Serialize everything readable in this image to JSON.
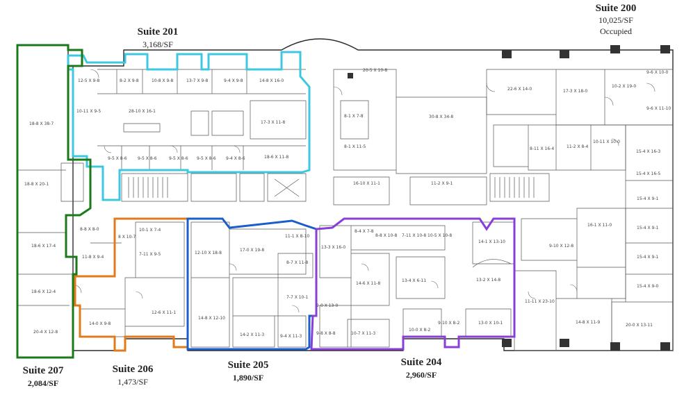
{
  "suites": [
    {
      "id": "201",
      "name": "Suite 201",
      "area": "3,168/SF",
      "status": "",
      "color": "#3ec8e0"
    },
    {
      "id": "200",
      "name": "Suite 200",
      "area": "10,025/SF",
      "status": "Occupied",
      "color": ""
    },
    {
      "id": "207",
      "name": "Suite 207",
      "area": "2,084/SF",
      "status": "",
      "color": "#1a7a1a"
    },
    {
      "id": "206",
      "name": "Suite 206",
      "area": "1,473/SF",
      "status": "",
      "color": "#e07a1a"
    },
    {
      "id": "205",
      "name": "Suite 205",
      "area": "1,890/SF",
      "status": "",
      "color": "#1a5ecc"
    },
    {
      "id": "204",
      "name": "Suite 204",
      "area": "2,960/SF",
      "status": "",
      "color": "#8a3ed8"
    }
  ],
  "room_dims": [
    "12-5 X 9-8",
    "8-2 X 9-8",
    "10-8 X 9-8",
    "13-7 X 9-8",
    "9-4 X 9-8",
    "14-8 X 16-0",
    "10-11 X 9-5",
    "28-10 X 16-1",
    "17-3 X 11-8",
    "18-6 X 11-8",
    "9-5 X 8-6",
    "9-5 X 8-6",
    "9-5 X 8-6",
    "9-5 X 8-6",
    "9-4 X 8-6",
    "20-5 X 10-8",
    "8-1 X 7-8",
    "8-1 X 11-5",
    "16-10 X 11-1",
    "30-8 X 34-8",
    "11-2 X 9-1",
    "22-6 X 14-0",
    "17-3 X 18-0",
    "10-2 X 19-0",
    "9-6 X 10-0",
    "9-6 X 11-10",
    "8-11 X 16-4",
    "11-2 X 8-4",
    "10-11 X 10-0",
    "15-4 X 16-3",
    "15-4 X 16-5",
    "18-8 X 38-7",
    "18-8 X 20-1",
    "18-6 X 17-4",
    "18-6 X 12-4",
    "20-4 X 12-8",
    "8-8 X 8-0",
    "11-8 X 9-4",
    "10-1 X 7-4",
    "7-11 X 9-5",
    "8 X 10-7",
    "12-6 X 11-1",
    "14-0 X 9-8",
    "12-10 X 18-8",
    "17-0 X 19-8",
    "11-1 X 8-10",
    "8-7 X 11-8",
    "7-7 X 10-1",
    "14-8 X 12-10",
    "14-2 X 11-3",
    "9-4 X 11-3",
    "8-4 X 7-8",
    "8-8 X 10-8",
    "7-11 X 10-8",
    "10-5 X 10-8",
    "13-3 X 16-0",
    "14-6 X 11-8",
    "13-4 X 6-11",
    "14-1 X 13-10",
    "13-2 X 14-8",
    "9-0 X 13-0",
    "9-8 X 8-8",
    "10-7 X 11-3",
    "10-0 X 8-2",
    "9-10 X 8-2",
    "13-0 X 10-1",
    "16-1 X 11-0",
    "9-10 X 12-8",
    "11-11 X 23-10",
    "14-8 X 11-9",
    "20-0 X 13-11",
    "15-4 X 9-1",
    "15-4 X 9-1",
    "15-4 X 9-1",
    "15-4 X 9-0"
  ]
}
